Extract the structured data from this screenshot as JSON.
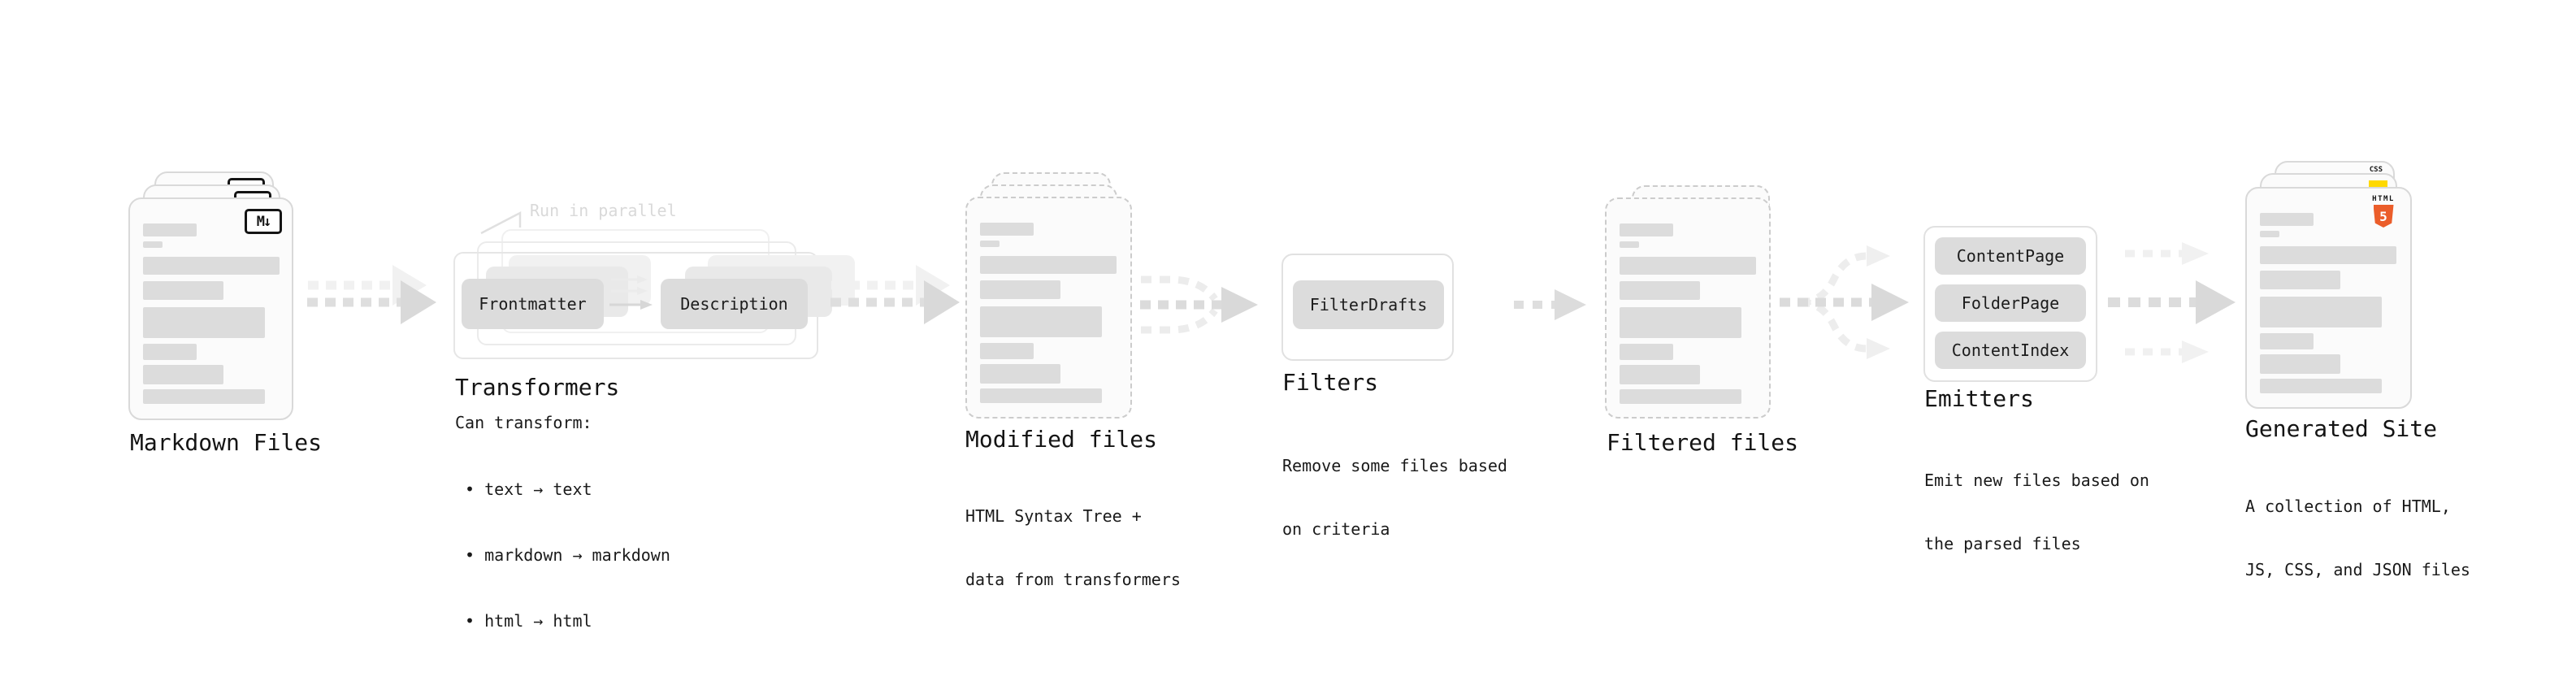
{
  "diagram": {
    "markdown": {
      "label": "Markdown Files",
      "badge": "M↓"
    },
    "transformers": {
      "parallel_note": "Run in parallel",
      "node_frontmatter": "Frontmatter",
      "node_description": "Description",
      "title": "Transformers",
      "subtitle": "Can transform:",
      "bullet_1": "• text → text",
      "bullet_2": "• markdown → markdown",
      "bullet_3": "• html → html"
    },
    "modified_files": {
      "label": "Modified files",
      "subtitle_line1": "HTML Syntax Tree +",
      "subtitle_line2": "data from transformers"
    },
    "filters": {
      "node_filterdrafts": "FilterDrafts",
      "title": "Filters",
      "subtitle_line1": "Remove some files based",
      "subtitle_line2": "on criteria"
    },
    "filtered_files": {
      "label": "Filtered files"
    },
    "emitters": {
      "node_contentpage": "ContentPage",
      "node_folderpage": "FolderPage",
      "node_contentindex": "ContentIndex",
      "title": "Emitters",
      "subtitle_line1": "Emit new files based on",
      "subtitle_line2": "the parsed files"
    },
    "generated_site": {
      "label": "Generated Site",
      "subtitle_line1": "A collection of HTML,",
      "subtitle_line2": "JS, CSS, and JSON files",
      "css_badge": "CSS",
      "html_badge_text": "HTML",
      "html_badge_number": "5"
    }
  },
  "colors": {
    "background": "#ffffff",
    "doc_fill": "#fbfbfb",
    "doc_border": "#d9d9d9",
    "content_bar": "#dcdcdc",
    "node_fill": "#dcdcdc",
    "outline_border": "#e6e6e6",
    "arrow_main": "#d9d9d9",
    "arrow_ghost": "#f1f1f1",
    "muted_note": "#d9d9d9",
    "html5_orange": "#eb5d2a",
    "js_yellow": "#ffd900",
    "css_blue": "#2965f1",
    "text": "#141414"
  }
}
